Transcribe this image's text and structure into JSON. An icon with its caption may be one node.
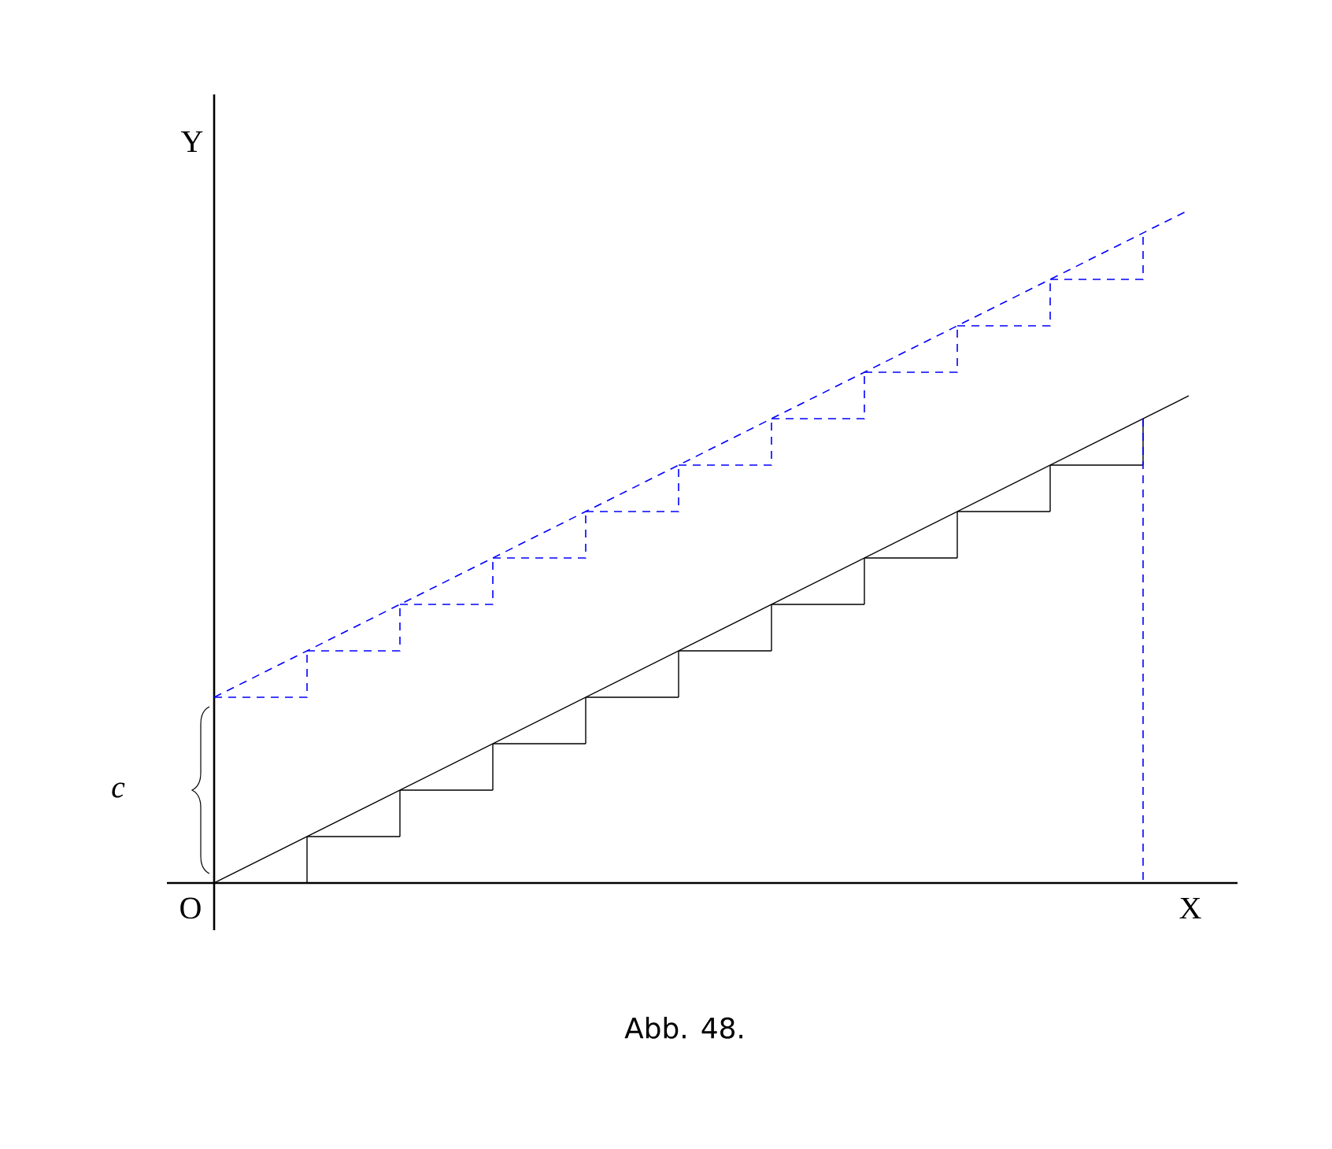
{
  "diagram": {
    "caption": "Abb. 48.",
    "labels": [
      "Y",
      "c",
      "O",
      "X"
    ]
  }
}
